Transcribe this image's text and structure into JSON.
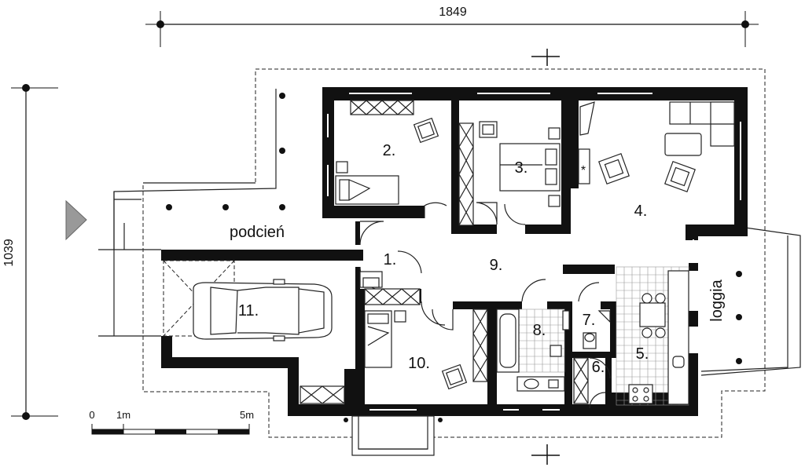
{
  "dimensions": {
    "width_label": "1849",
    "height_label": "1039"
  },
  "rooms": {
    "r1": "1.",
    "r2": "2.",
    "r3": "3.",
    "r4": "4.",
    "r5": "5.",
    "r6": "6.",
    "r7": "7.",
    "r8": "8.",
    "r9": "9.",
    "r10": "10.",
    "r11": "11.",
    "podcien": "podcień",
    "loggia": "loggia"
  },
  "scale_bar": {
    "t0": "0",
    "t1": "1m",
    "t5": "5m"
  },
  "icons": {
    "entrance": "triangle-arrow-icon",
    "north": "section-cut-icon"
  },
  "colors": {
    "walls": "#111111",
    "entrance_arrow": "#999999"
  }
}
